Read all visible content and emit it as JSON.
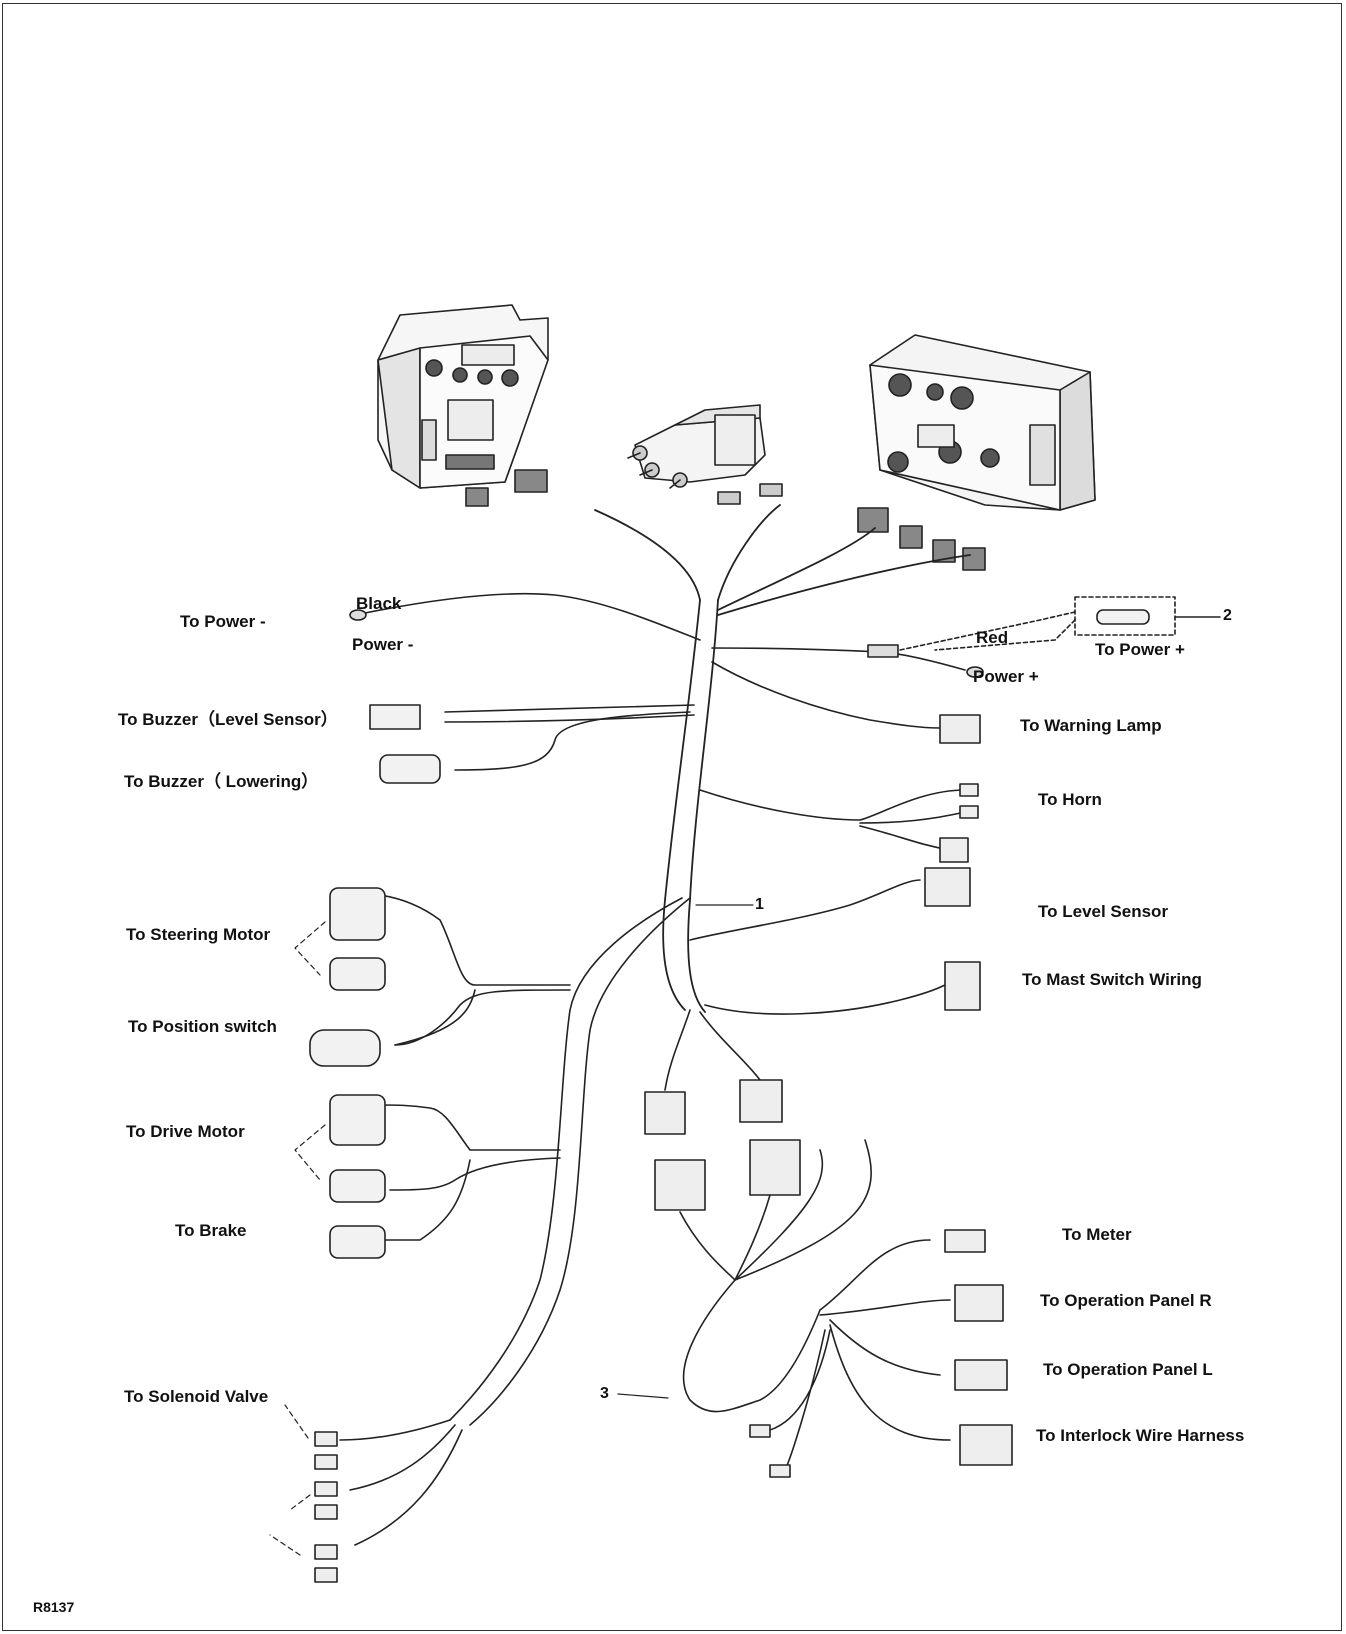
{
  "labels": {
    "power_neg": "To Power -",
    "black": "Black",
    "power_minus": "Power -",
    "buzzer_level": "To Buzzer（Level Sensor）",
    "buzzer_lowering": "To Buzzer（ Lowering）",
    "steering_motor": "To Steering Motor",
    "position_switch": "To Position switch",
    "drive_motor": "To Drive   Motor",
    "brake": "To  Brake",
    "solenoid_valve": "To Solenoid Valve",
    "red": "Red",
    "power_plus": "Power +",
    "to_power_plus": "To Power +",
    "warning_lamp": "To  Warning Lamp",
    "horn": "To Horn",
    "level_sensor": "To Level Sensor",
    "mast_switch": "To Mast Switch Wiring",
    "meter": "To Meter",
    "op_panel_r": "To Operation Panel R",
    "op_panel_l": "To Operation Panel L",
    "interlock": "To Interlock Wire Harness"
  },
  "callouts": {
    "c1": "1",
    "c2": "2",
    "c3": "3"
  },
  "figure_code": "R8137",
  "icons": {
    "left_controller": "motor-controller-icon",
    "center_valve": "contactor-block-icon",
    "right_controller": "motor-controller-icon",
    "fuse": "fuse-icon"
  }
}
